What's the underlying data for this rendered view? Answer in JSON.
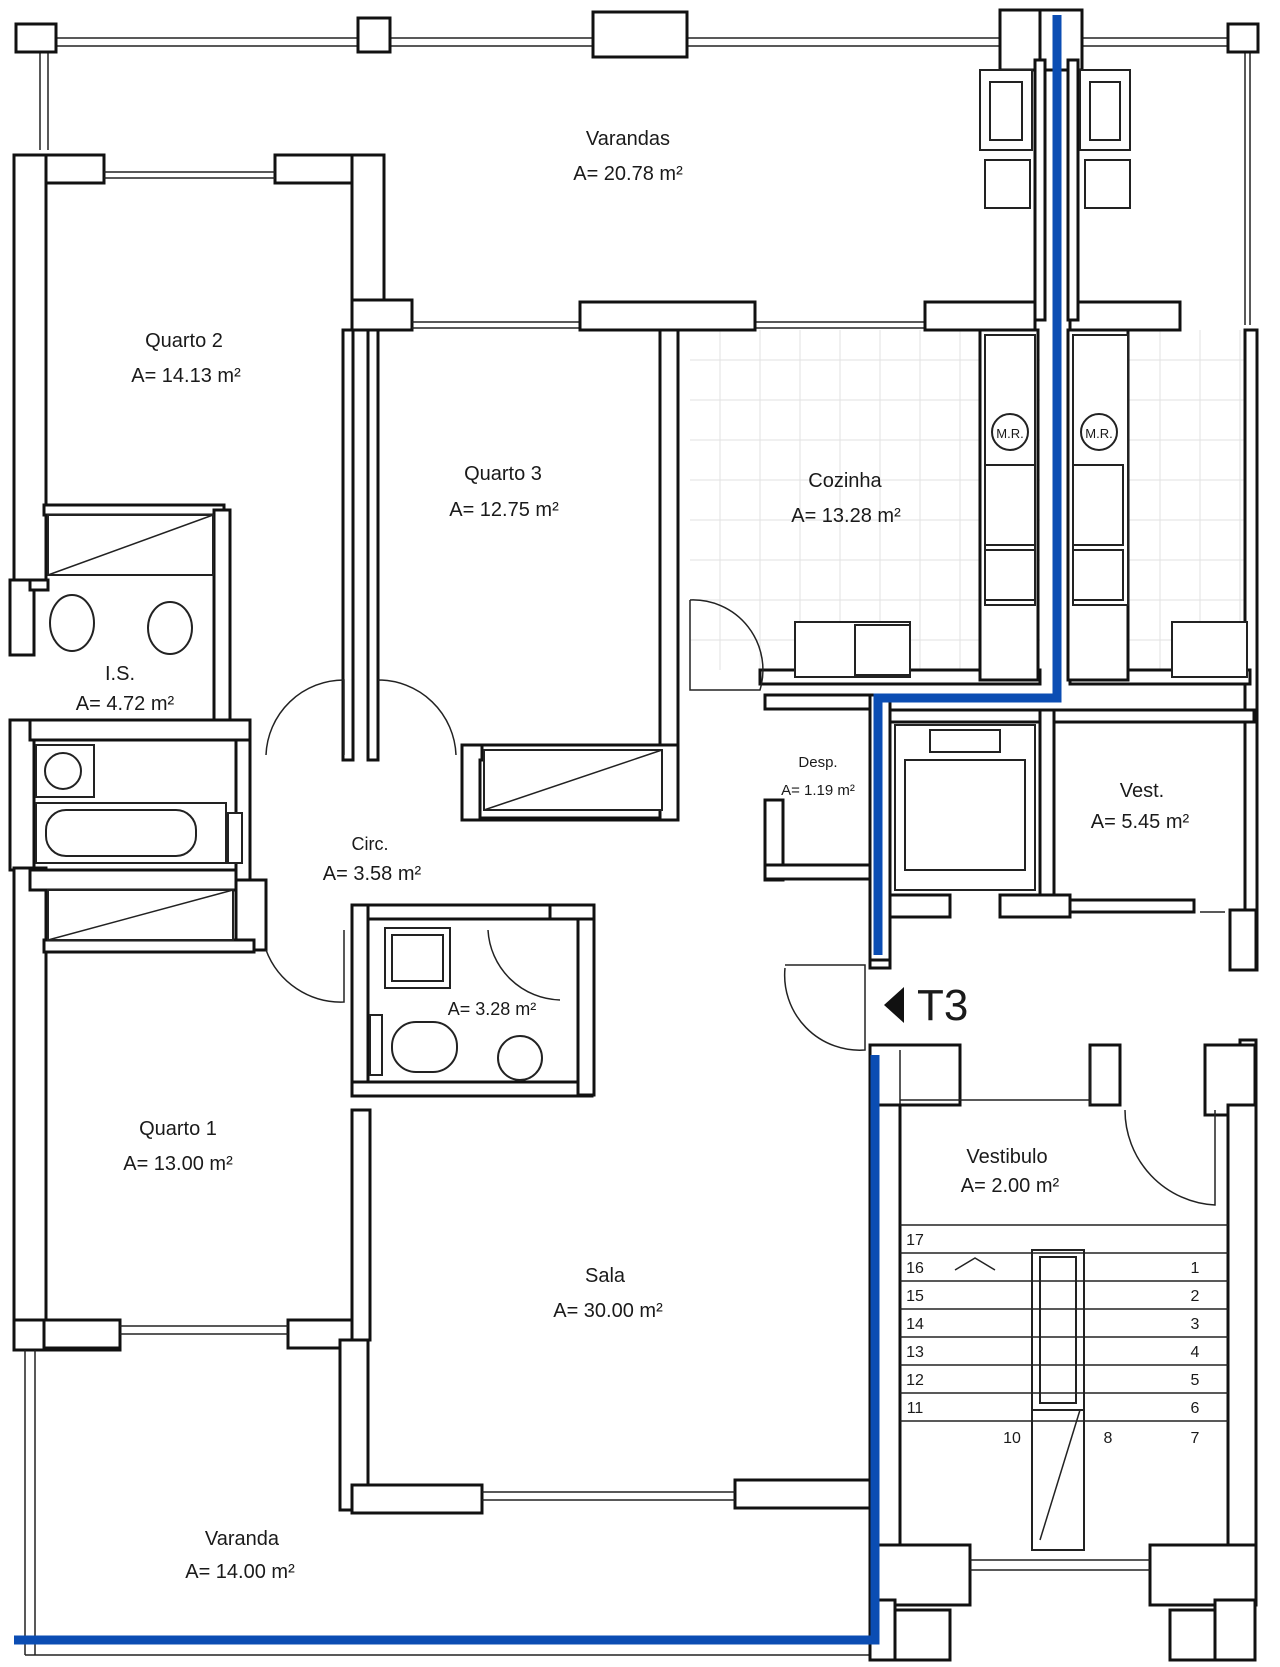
{
  "plan_title": "T3",
  "rooms": {
    "varandas": {
      "name": "Varandas",
      "area": "A= 20.78 m²"
    },
    "quarto2": {
      "name": "Quarto 2",
      "area": "A= 14.13 m²"
    },
    "quarto3": {
      "name": "Quarto 3",
      "area": "A= 12.75 m²"
    },
    "cozinha": {
      "name": "Cozinha",
      "area": "A= 13.28 m²"
    },
    "is": {
      "name": "I.S.",
      "area": "A= 4.72 m²"
    },
    "desp": {
      "name": "Desp.",
      "area": "A= 1.19 m²"
    },
    "vest": {
      "name": "Vest.",
      "area": "A= 5.45 m²"
    },
    "circ": {
      "name": "Circ.",
      "area": "A= 3.58 m²"
    },
    "wc2": {
      "name": "",
      "area": "A= 3.28 m²"
    },
    "quarto1": {
      "name": "Quarto 1",
      "area": "A= 13.00 m²"
    },
    "sala": {
      "name": "Sala",
      "area": "A= 30.00 m²"
    },
    "vestibulo": {
      "name": "Vestibulo",
      "area": "A= 2.00 m²"
    },
    "varanda": {
      "name": "Varanda",
      "area": "A= 14.00 m²"
    }
  },
  "equipment": {
    "mr_left": "M.R.",
    "mr_right": "M.R."
  },
  "stairs": {
    "left_steps": [
      "17",
      "16",
      "15",
      "14",
      "13",
      "12",
      "11",
      "10"
    ],
    "right_steps": [
      "1",
      "2",
      "3",
      "4",
      "5",
      "6",
      "7"
    ],
    "landing_step": "8"
  },
  "colors": {
    "boundary_line": "#0b4db3",
    "walls": "#111111"
  }
}
